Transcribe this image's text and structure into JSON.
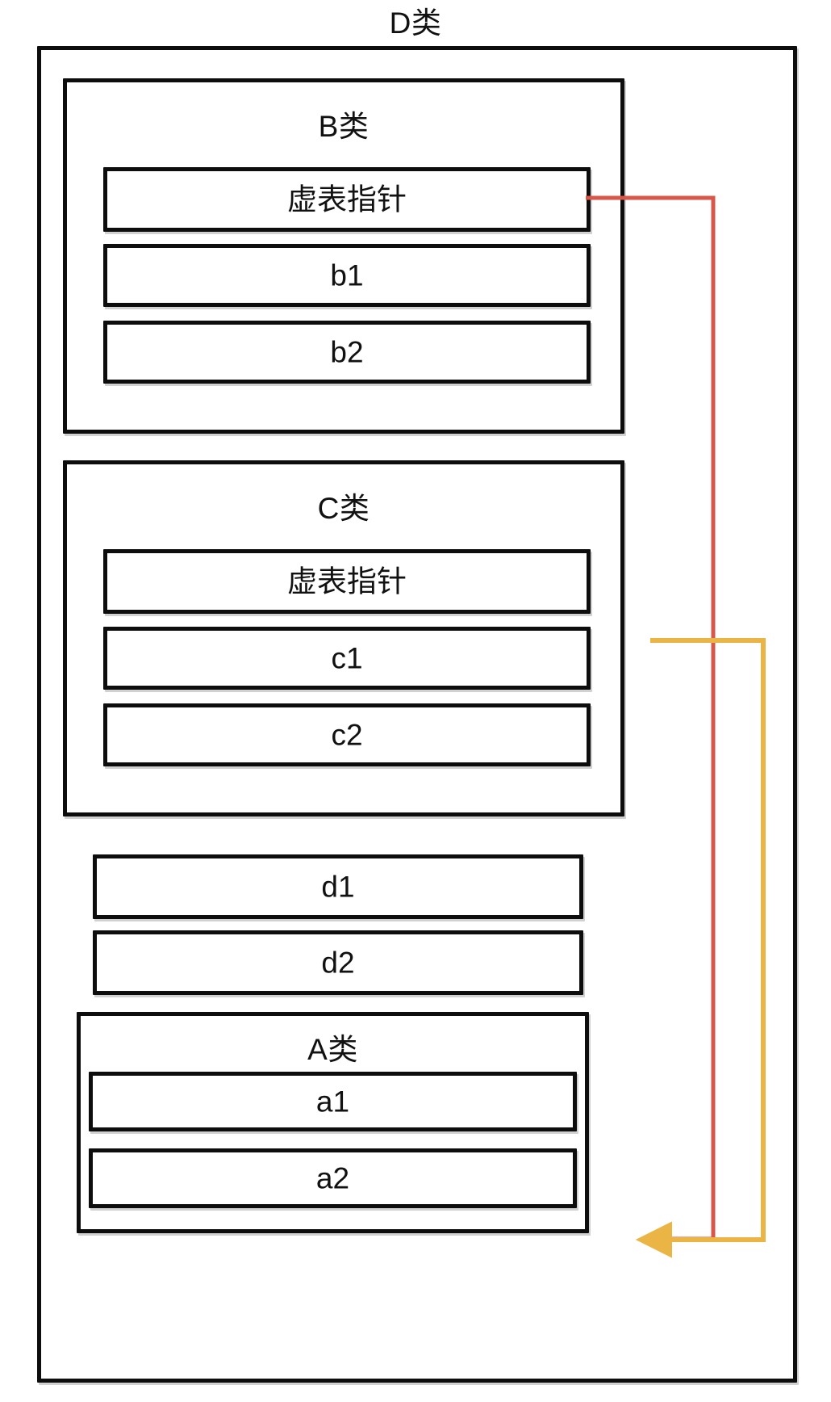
{
  "diagram": {
    "title": "D类",
    "language": "zh-CN",
    "colors": {
      "stroke": "#0d0d0d",
      "background": "#ffffff",
      "b_vptr_arrow": "#d8564a",
      "c_vptr_arrow": "#eab544",
      "text": "#111111"
    },
    "outer_class": {
      "label": "D类",
      "own_fields": [
        {
          "name": "d1",
          "label": "d1"
        },
        {
          "name": "d2",
          "label": "d2"
        }
      ]
    },
    "subobjects": [
      {
        "id": "b-class",
        "label": "B类",
        "fields": [
          {
            "name": "vtable-pointer",
            "label": "虚表指针"
          },
          {
            "name": "b1",
            "label": "b1"
          },
          {
            "name": "b2",
            "label": "b2"
          }
        ]
      },
      {
        "id": "c-class",
        "label": "C类",
        "fields": [
          {
            "name": "vtable-pointer",
            "label": "虚表指针"
          },
          {
            "name": "c1",
            "label": "c1"
          },
          {
            "name": "c2",
            "label": "c2"
          }
        ]
      },
      {
        "id": "a-class",
        "label": "A类",
        "fields": [
          {
            "name": "a1",
            "label": "a1"
          },
          {
            "name": "a2",
            "label": "a2"
          }
        ]
      }
    ],
    "connectors": [
      {
        "id": "b-vptr-to-a1",
        "from": "B类 虚表指针",
        "to": "A类 a1",
        "color": "#d8564a",
        "arrowhead": false
      },
      {
        "id": "c-vptr-to-a1",
        "from": "C类 虚表指针",
        "to": "A类 a1",
        "color": "#eab544",
        "arrowhead": true
      }
    ]
  }
}
